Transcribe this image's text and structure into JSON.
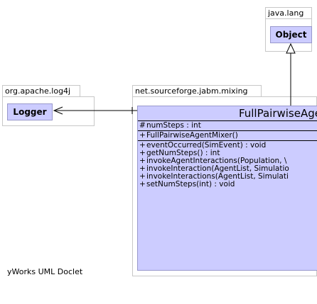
{
  "packages": {
    "java_lang": "java.lang",
    "log4j": "org.apache.log4j",
    "mixing": "net.sourceforge.jabm.mixing"
  },
  "classes": {
    "object": "Object",
    "logger": "Logger",
    "main": "FullPairwiseAge"
  },
  "fields": [
    {
      "visibility": "#",
      "text": "numSteps : int"
    }
  ],
  "constructors": [
    {
      "visibility": "+",
      "text": "FullPairwiseAgentMixer()"
    }
  ],
  "methods": [
    {
      "visibility": "+",
      "text": "eventOccurred(SimEvent) : void"
    },
    {
      "visibility": "+",
      "text": "getNumSteps() : int"
    },
    {
      "visibility": "+",
      "text": "invokeAgentInteractions(Population, \\"
    },
    {
      "visibility": "+",
      "text": "invokeInteraction(AgentList, Simulatio"
    },
    {
      "visibility": "+",
      "text": "invokeInteractions(AgentList, Simulati"
    },
    {
      "visibility": "+",
      "text": "setNumSteps(int) : void"
    }
  ],
  "footer": "yWorks UML Doclet",
  "colors": {
    "class_fill": "#ccccff",
    "class_border": "#9999cc",
    "package_border": "#c8c8c8"
  }
}
